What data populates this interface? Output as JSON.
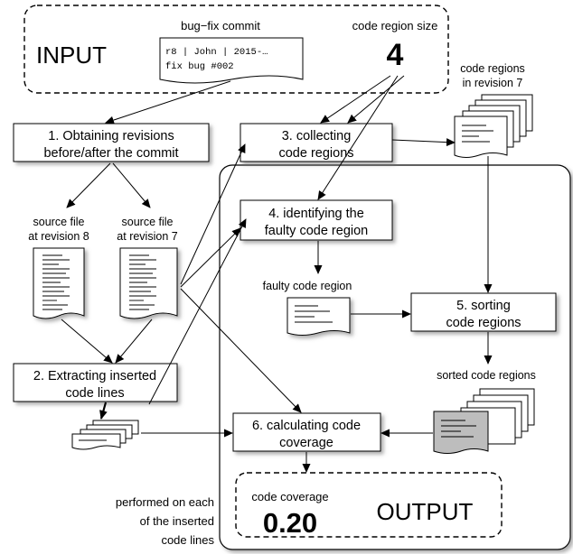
{
  "input": {
    "title": "INPUT",
    "commit_label": "bug−fix commit",
    "commit_line1": "r8 | John | 2015-…",
    "commit_line2": "fix bug #002",
    "region_size_label": "code region size",
    "region_size_value": "4"
  },
  "steps": {
    "s1_line1": "1. Obtaining revisions",
    "s1_line2": "before/after the commit",
    "s2_line1": "2. Extracting inserted",
    "s2_line2": "code lines",
    "s3_line1": "3. collecting",
    "s3_line2": "code regions",
    "s4_line1": "4. identifying the",
    "s4_line2": "faulty code region",
    "s5_line1": "5. sorting",
    "s5_line2": "code regions",
    "s6_line1": "6. calculating code",
    "s6_line2": "coverage"
  },
  "files": {
    "rev8_line1": "source file",
    "rev8_line2": "at revision 8",
    "rev7_line1": "source file",
    "rev7_line2": "at revision 7",
    "regions_line1": "code regions",
    "regions_line2": "in revision 7",
    "faulty": "faulty code region",
    "sorted": "sorted code regions"
  },
  "output": {
    "title": "OUTPUT",
    "coverage_label": "code coverage",
    "coverage_value": "0.20"
  },
  "note": {
    "line1": "performed on each",
    "line2": "of the inserted",
    "line3": "code lines"
  }
}
